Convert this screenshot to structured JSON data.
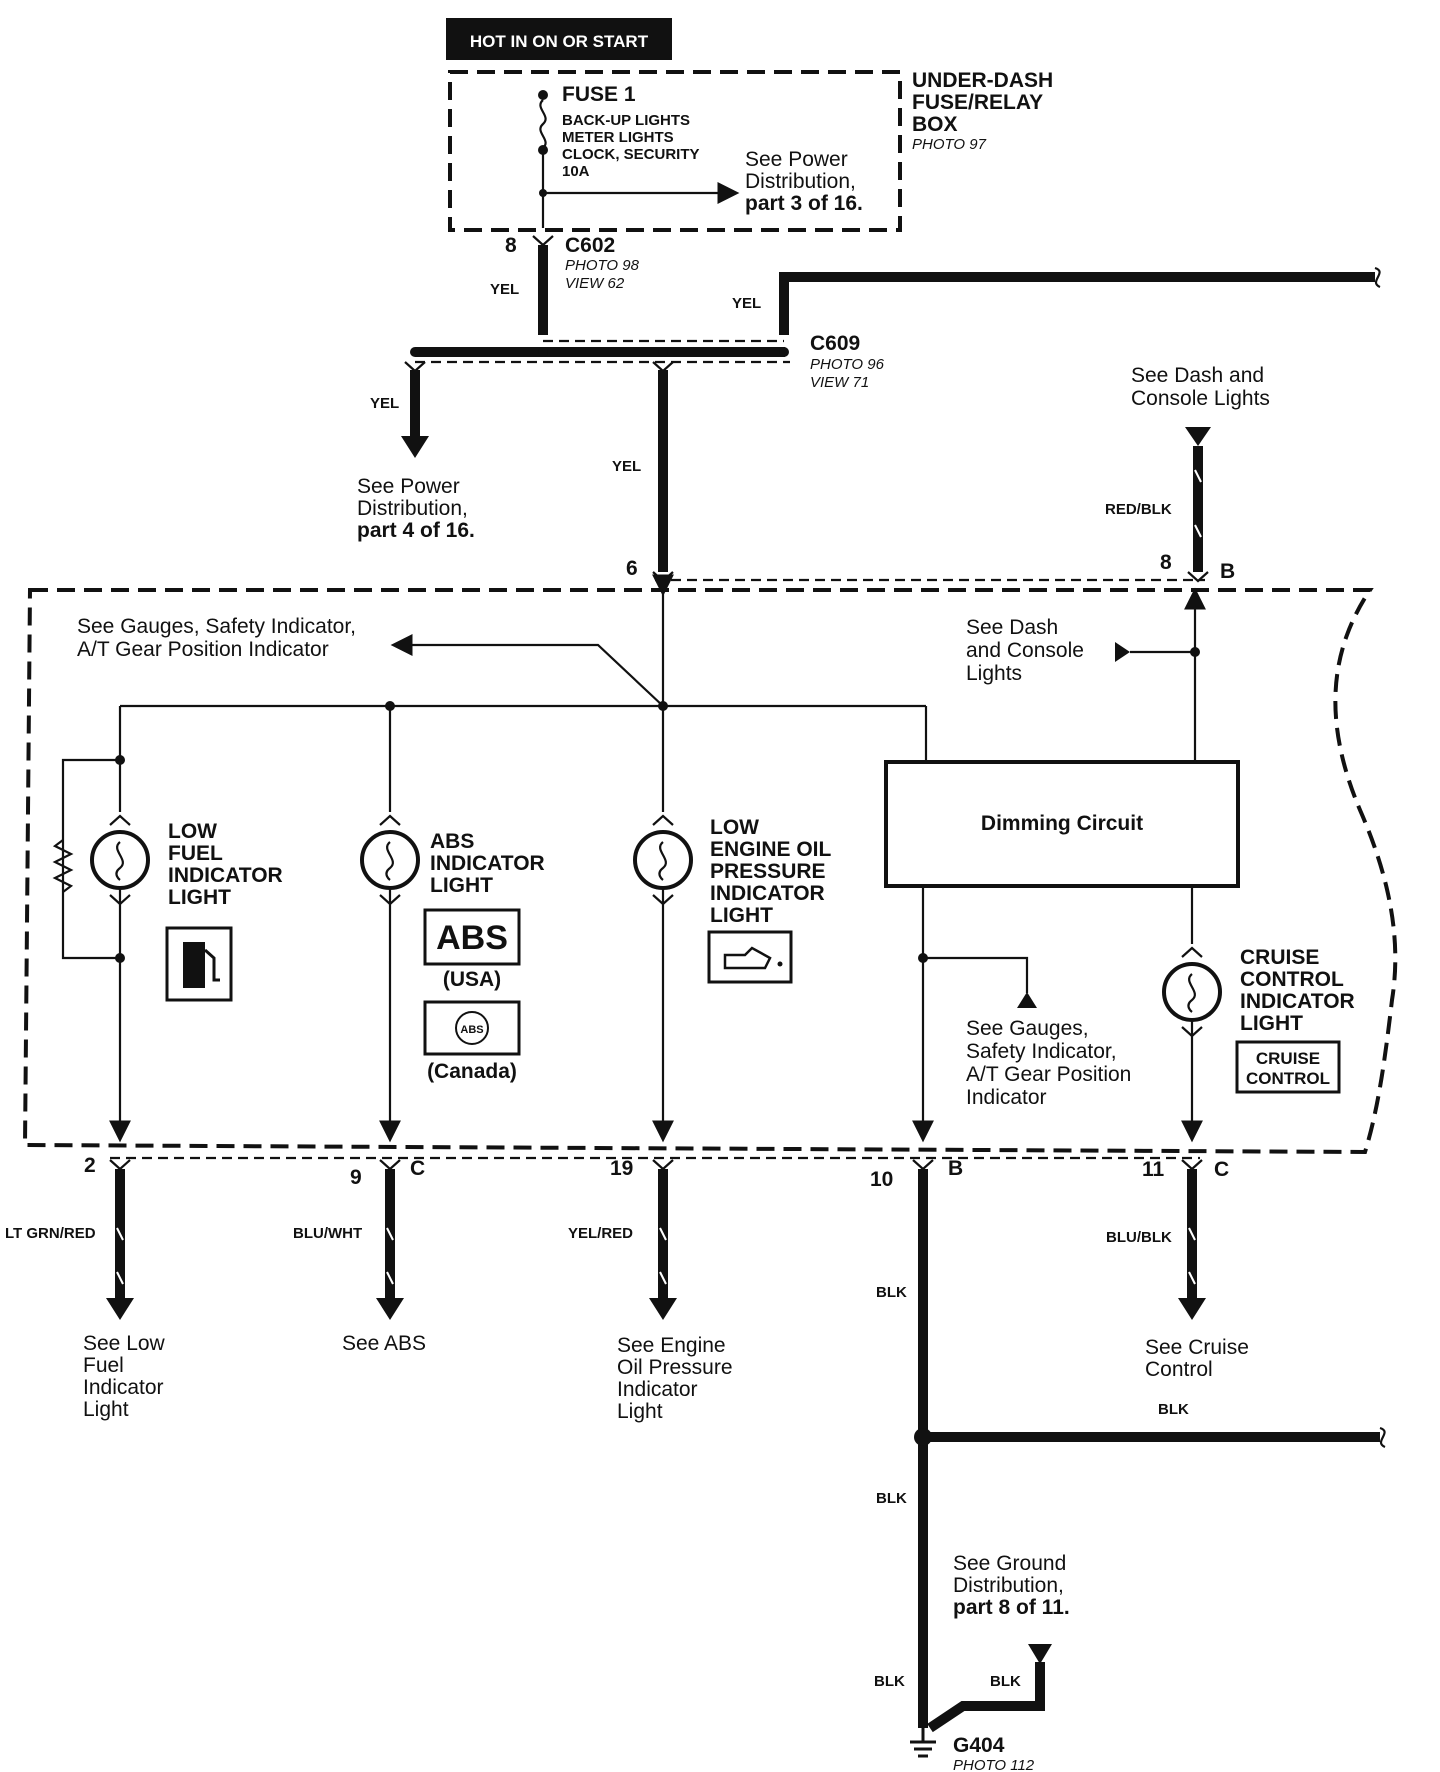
{
  "header": {
    "hot_label": "HOT IN ON OR START"
  },
  "fusebox": {
    "fuse_name": "FUSE 1",
    "fuse_desc": [
      "BACK-UP LIGHTS",
      "METER LIGHTS",
      "CLOCK, SECURITY",
      "10A"
    ],
    "see_power_3": [
      "See Power",
      "Distribution,",
      "part 3 of 16."
    ],
    "box_label": [
      "UNDER-DASH",
      "FUSE/RELAY",
      "BOX"
    ],
    "box_photo": "PHOTO 97"
  },
  "connectors": {
    "c602": {
      "name": "C602",
      "photo": "PHOTO 98",
      "view": "VIEW 62",
      "pin": "8"
    },
    "c609": {
      "name": "C609",
      "photo": "PHOTO 96",
      "view": "VIEW 71"
    },
    "pin6": "6",
    "pin8b": "8",
    "b_top": "B"
  },
  "wires": {
    "yel_c602": "YEL",
    "yel_right": "YEL",
    "yel_left": "YEL",
    "yel_mid": "YEL",
    "red_blk": "RED/BLK",
    "lt_grn_red": "LT GRN/RED",
    "blu_wht": "BLU/WHT",
    "yel_red": "YEL/RED",
    "blk_10": "BLK",
    "blu_blk": "BLU/BLK",
    "blk_splice": "BLK",
    "blk_mid": "BLK",
    "blk_g_left": "BLK",
    "blk_g_right": "BLK"
  },
  "refs": {
    "see_power_4": [
      "See Power",
      "Distribution,",
      "part 4 of 16."
    ],
    "see_dash_top": [
      "See Dash and",
      "Console Lights"
    ],
    "see_gauges_top": [
      "See Gauges, Safety Indicator,",
      "A/T Gear Position Indicator"
    ],
    "see_dash_inner": [
      "See Dash",
      "and Console",
      "Lights"
    ],
    "see_gauges_bottom": [
      "See Gauges,",
      "Safety Indicator,",
      "A/T Gear Position",
      "Indicator"
    ],
    "see_low_fuel": [
      "See Low",
      "Fuel",
      "Indicator",
      "Light"
    ],
    "see_abs": [
      "See ABS"
    ],
    "see_engine_oil": [
      "See Engine",
      "Oil Pressure",
      "Indicator",
      "Light"
    ],
    "see_cruise": [
      "See Cruise",
      "Control"
    ],
    "see_ground": [
      "See Ground",
      "Distribution,",
      "part 8 of 11."
    ]
  },
  "gauge": {
    "low_fuel": [
      "LOW",
      "FUEL",
      "INDICATOR",
      "LIGHT"
    ],
    "abs": [
      "ABS",
      "INDICATOR",
      "LIGHT"
    ],
    "abs_symbol": "ABS",
    "abs_usa": "(USA)",
    "abs_canada_symbol": "ABS",
    "abs_canada": "(Canada)",
    "low_oil": [
      "LOW",
      "ENGINE OIL",
      "PRESSURE",
      "INDICATOR",
      "LIGHT"
    ],
    "dimming": "Dimming Circuit",
    "cruise": [
      "CRUISE",
      "CONTROL",
      "INDICATOR",
      "LIGHT"
    ],
    "cruise_badge": [
      "CRUISE",
      "CONTROL"
    ]
  },
  "bottom_pins": {
    "p2": "2",
    "p9": "9",
    "c_left": "C",
    "p19": "19",
    "p10": "10",
    "b_bottom": "B",
    "p11": "11",
    "c_right": "C"
  },
  "ground": {
    "name": "G404",
    "photo": "PHOTO 112"
  }
}
